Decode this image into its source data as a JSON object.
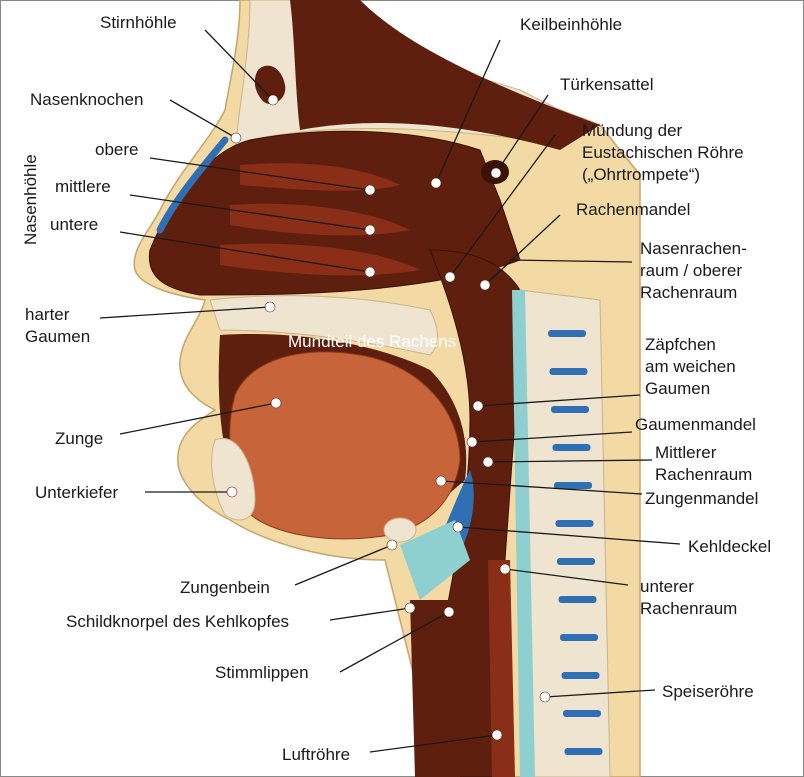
{
  "labels": {
    "stirnhoehle": "Stirnhöhle",
    "keilbeinhoehle": "Keilbeinhöhle",
    "nasenknochen": "Nasenknochen",
    "tuerkensattel": "Türkensattel",
    "nasenhoehle": "Nasenhöhle",
    "obere": "obere",
    "mittlere": "mittlere",
    "untere": "untere",
    "muendung_1": "Mündung der",
    "muendung_2": "Eustachischen Röhre",
    "muendung_3": "(„Ohrtrompete“)",
    "rachenmandel": "Rachenmandel",
    "nasenrachen_1": "Nasenrachen-",
    "nasenrachen_2": "raum / oberer",
    "nasenrachen_3": "Rachenraum",
    "harter_1": "harter",
    "harter_2": "Gaumen",
    "mundteil": "Mundteil des Rachens",
    "zaepfchen_1": "Zäpfchen",
    "zaepfchen_2": "am weichen",
    "zaepfchen_3": "Gaumen",
    "zunge": "Zunge",
    "gaumenmandel": "Gaumenmandel",
    "mittlerer_1": "Mittlerer",
    "mittlerer_2": "Rachenraum",
    "unterkiefer": "Unterkiefer",
    "zungenmandel": "Zungenmandel",
    "kehldeckel": "Kehldeckel",
    "zungenbein": "Zungenbein",
    "unterer_1": "unterer",
    "unterer_2": "Rachenraum",
    "schildknorpel": "Schildknorpel des Kehlkopfes",
    "stimmlippen": "Stimmlippen",
    "speiseroehre": "Speiseröhre",
    "luftroehre": "Luftröhre"
  },
  "colors": {
    "skin": "#f3d9a4",
    "bone": "#efe4cf",
    "cavity": "#5e1f0f",
    "tissue": "#8a2e17",
    "tongue": "#c8643a",
    "cartilage": "#7ec8cf",
    "blue": "#2f6fb4"
  }
}
